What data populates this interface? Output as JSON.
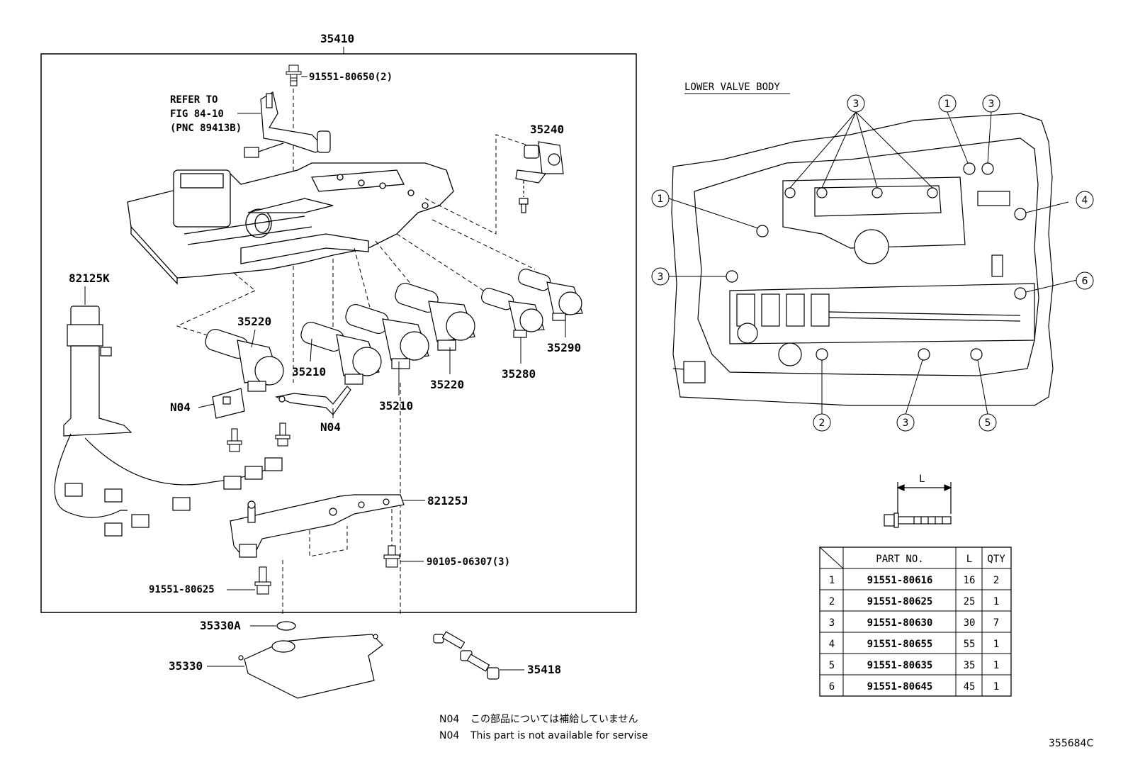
{
  "diagram": {
    "main_part": "35410",
    "refer_note": [
      "REFER TO",
      "FIG 84-10",
      "(PNC 89413B)"
    ],
    "labels": {
      "bolt_top": "91551-80650(2)",
      "solenoid_35240": "35240",
      "harness_82125K": "82125K",
      "sol_35220_a": "35220",
      "sol_35210_a": "35210",
      "sol_35210_b": "35210",
      "sol_35220_b": "35220",
      "sol_35280": "35280",
      "sol_35290": "35290",
      "n04_a": "N04",
      "n04_b": "N04",
      "harness_82125J": "82125J",
      "bolt_90105": "90105-06307(3)",
      "bolt_91551_80625": "91551-80625",
      "oring_35330A": "35330A",
      "strainer_35330": "35330",
      "sol_35418": "35418"
    },
    "lower_valve_body": {
      "title": "LOWER VALVE BODY",
      "callouts": [
        "1",
        "1",
        "2",
        "3",
        "3",
        "3",
        "3",
        "4",
        "5",
        "6"
      ]
    },
    "bolt_dim_label": "L",
    "table": {
      "headers": [
        "",
        "PART NO.",
        "L",
        "QTY"
      ],
      "rows": [
        [
          "1",
          "91551-80616",
          "16",
          "2"
        ],
        [
          "2",
          "91551-80625",
          "25",
          "1"
        ],
        [
          "3",
          "91551-80630",
          "30",
          "7"
        ],
        [
          "4",
          "91551-80655",
          "55",
          "1"
        ],
        [
          "5",
          "91551-80635",
          "35",
          "1"
        ],
        [
          "6",
          "91551-80645",
          "45",
          "1"
        ]
      ]
    },
    "notes": [
      {
        "code": "N04",
        "text": "この部品については補給していません"
      },
      {
        "code": "N04",
        "text": "This part is not available for servise"
      }
    ],
    "figure_id": "355684C"
  }
}
